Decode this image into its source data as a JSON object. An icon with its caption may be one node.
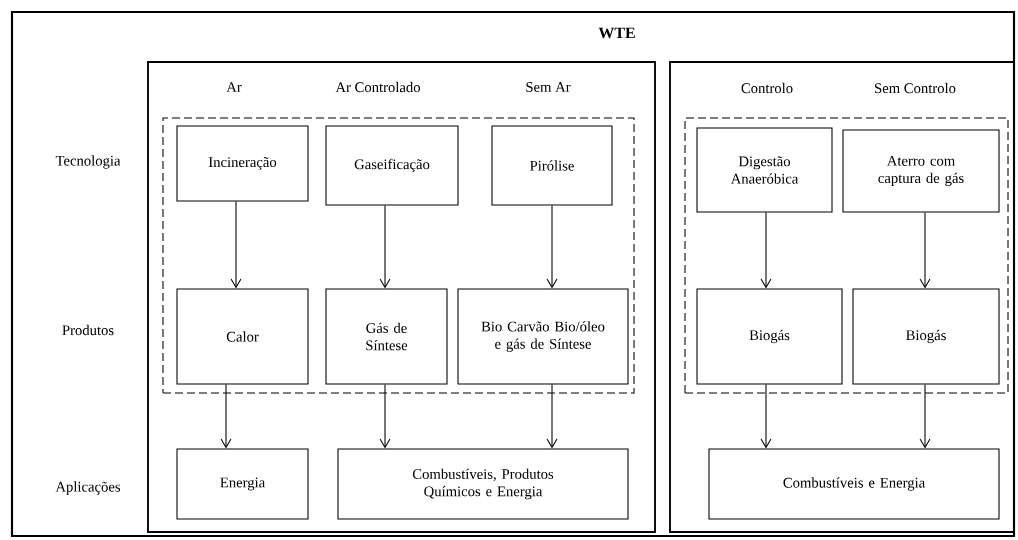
{
  "diagram": {
    "nodes": [
      {
        "text": [
          "WTE"
        ]
      },
      {
        "text": [
          "Ar",
          "Ar Controlado",
          "Sem Ar"
        ],
        "in": 0
      },
      {
        "text": [],
        "shape": "box",
        "in": 1
      },
      {
        "text": [
          "Incineração"
        ],
        "in": 2
      },
      {
        "text": [
          "Gaseificação"
        ],
        "in": 2
      },
      {
        "text": [
          "Pirólise"
        ],
        "in": 2
      },
      {
        "text": [
          "Calor"
        ],
        "in": 2
      },
      {
        "text": [
          "Gás de Síntese"
        ],
        "in": 2
      },
      {
        "text": [
          "Bio Carvão Bio/óleo e gás de Síntese"
        ],
        "in": 2
      },
      {
        "text": [
          "Energia"
        ],
        "in": 1
      },
      {
        "text": [
          "Combustíveis, Produtos Químicos e Energia"
        ],
        "in": 1
      },
      {
        "text": [
          "Controlo",
          "Sem Controlo"
        ],
        "in": 0
      },
      {
        "text": [],
        "shape": "box",
        "in": 11
      },
      {
        "text": [
          "Digestão Anaeróbica"
        ],
        "in": 12
      },
      {
        "text": [
          "Aterro com captura de gás"
        ],
        "in": 12
      },
      {
        "text": [
          "Biogás"
        ],
        "in": 12
      },
      {
        "text": [
          "Biogás"
        ],
        "in": 12
      },
      {
        "text": [
          "Combustíveis e Energia"
        ],
        "in": 11
      }
    ],
    "edges": [
      {
        "from": 3,
        "to": 6,
        "arrow": "to"
      },
      {
        "from": 4,
        "to": 7,
        "arrow": "to"
      },
      {
        "from": 5,
        "to": 8,
        "arrow": "to"
      },
      {
        "from": 6,
        "to": 9,
        "arrow": "to"
      },
      {
        "from": 7,
        "to": 10,
        "arrow": "to"
      },
      {
        "from": 8,
        "to": 10,
        "arrow": "to"
      },
      {
        "from": 13,
        "to": 15,
        "arrow": "to"
      },
      {
        "from": 14,
        "to": 16,
        "arrow": "to"
      },
      {
        "from": 15,
        "to": 17,
        "arrow": "to"
      },
      {
        "from": 16,
        "to": 17,
        "arrow": "to"
      }
    ],
    "labels": [
      "Tecnologia",
      "Produtos",
      "Aplicações"
    ]
  }
}
